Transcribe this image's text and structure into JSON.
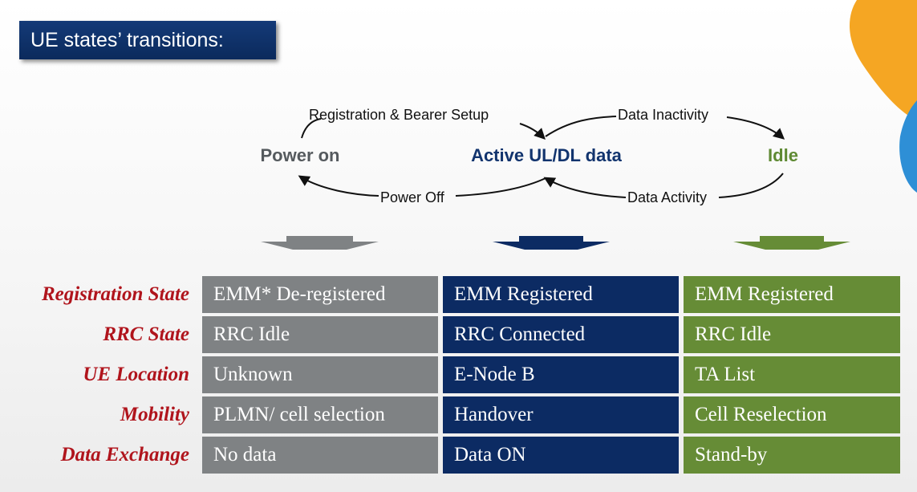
{
  "title": "UE states’ transitions:",
  "states": {
    "power_on": "Power on",
    "active": "Active UL/DL data",
    "idle": "Idle"
  },
  "transitions": {
    "registration_bearer_setup": "Registration & Bearer Setup",
    "data_inactivity": "Data Inactivity",
    "power_off": "Power Off",
    "data_activity": "Data Activity"
  },
  "colors": {
    "title_bg": "#0b2a5c",
    "power_on": "#555a5e",
    "active": "#12346e",
    "idle": "#5f8a33",
    "grey_column": "#7f8284",
    "blue_column": "#0c2b63",
    "green_column": "#668c36",
    "row_label": "#b0141c",
    "deco_orange": "#f5a623",
    "deco_blue": "#2e8fd6"
  },
  "table": {
    "row_labels": [
      "Registration State",
      "RRC State",
      "UE Location",
      "Mobility",
      "Data Exchange"
    ],
    "columns": [
      {
        "state": "power_on",
        "cells": [
          "EMM* De-registered",
          "RRC Idle",
          "Unknown",
          "PLMN/ cell selection",
          "No data"
        ]
      },
      {
        "state": "active",
        "cells": [
          "EMM Registered",
          "RRC Connected",
          "E-Node B",
          "Handover",
          "Data ON"
        ]
      },
      {
        "state": "idle",
        "cells": [
          "EMM Registered",
          "RRC Idle",
          "TA List",
          "Cell Reselection",
          "Stand-by"
        ]
      }
    ]
  }
}
